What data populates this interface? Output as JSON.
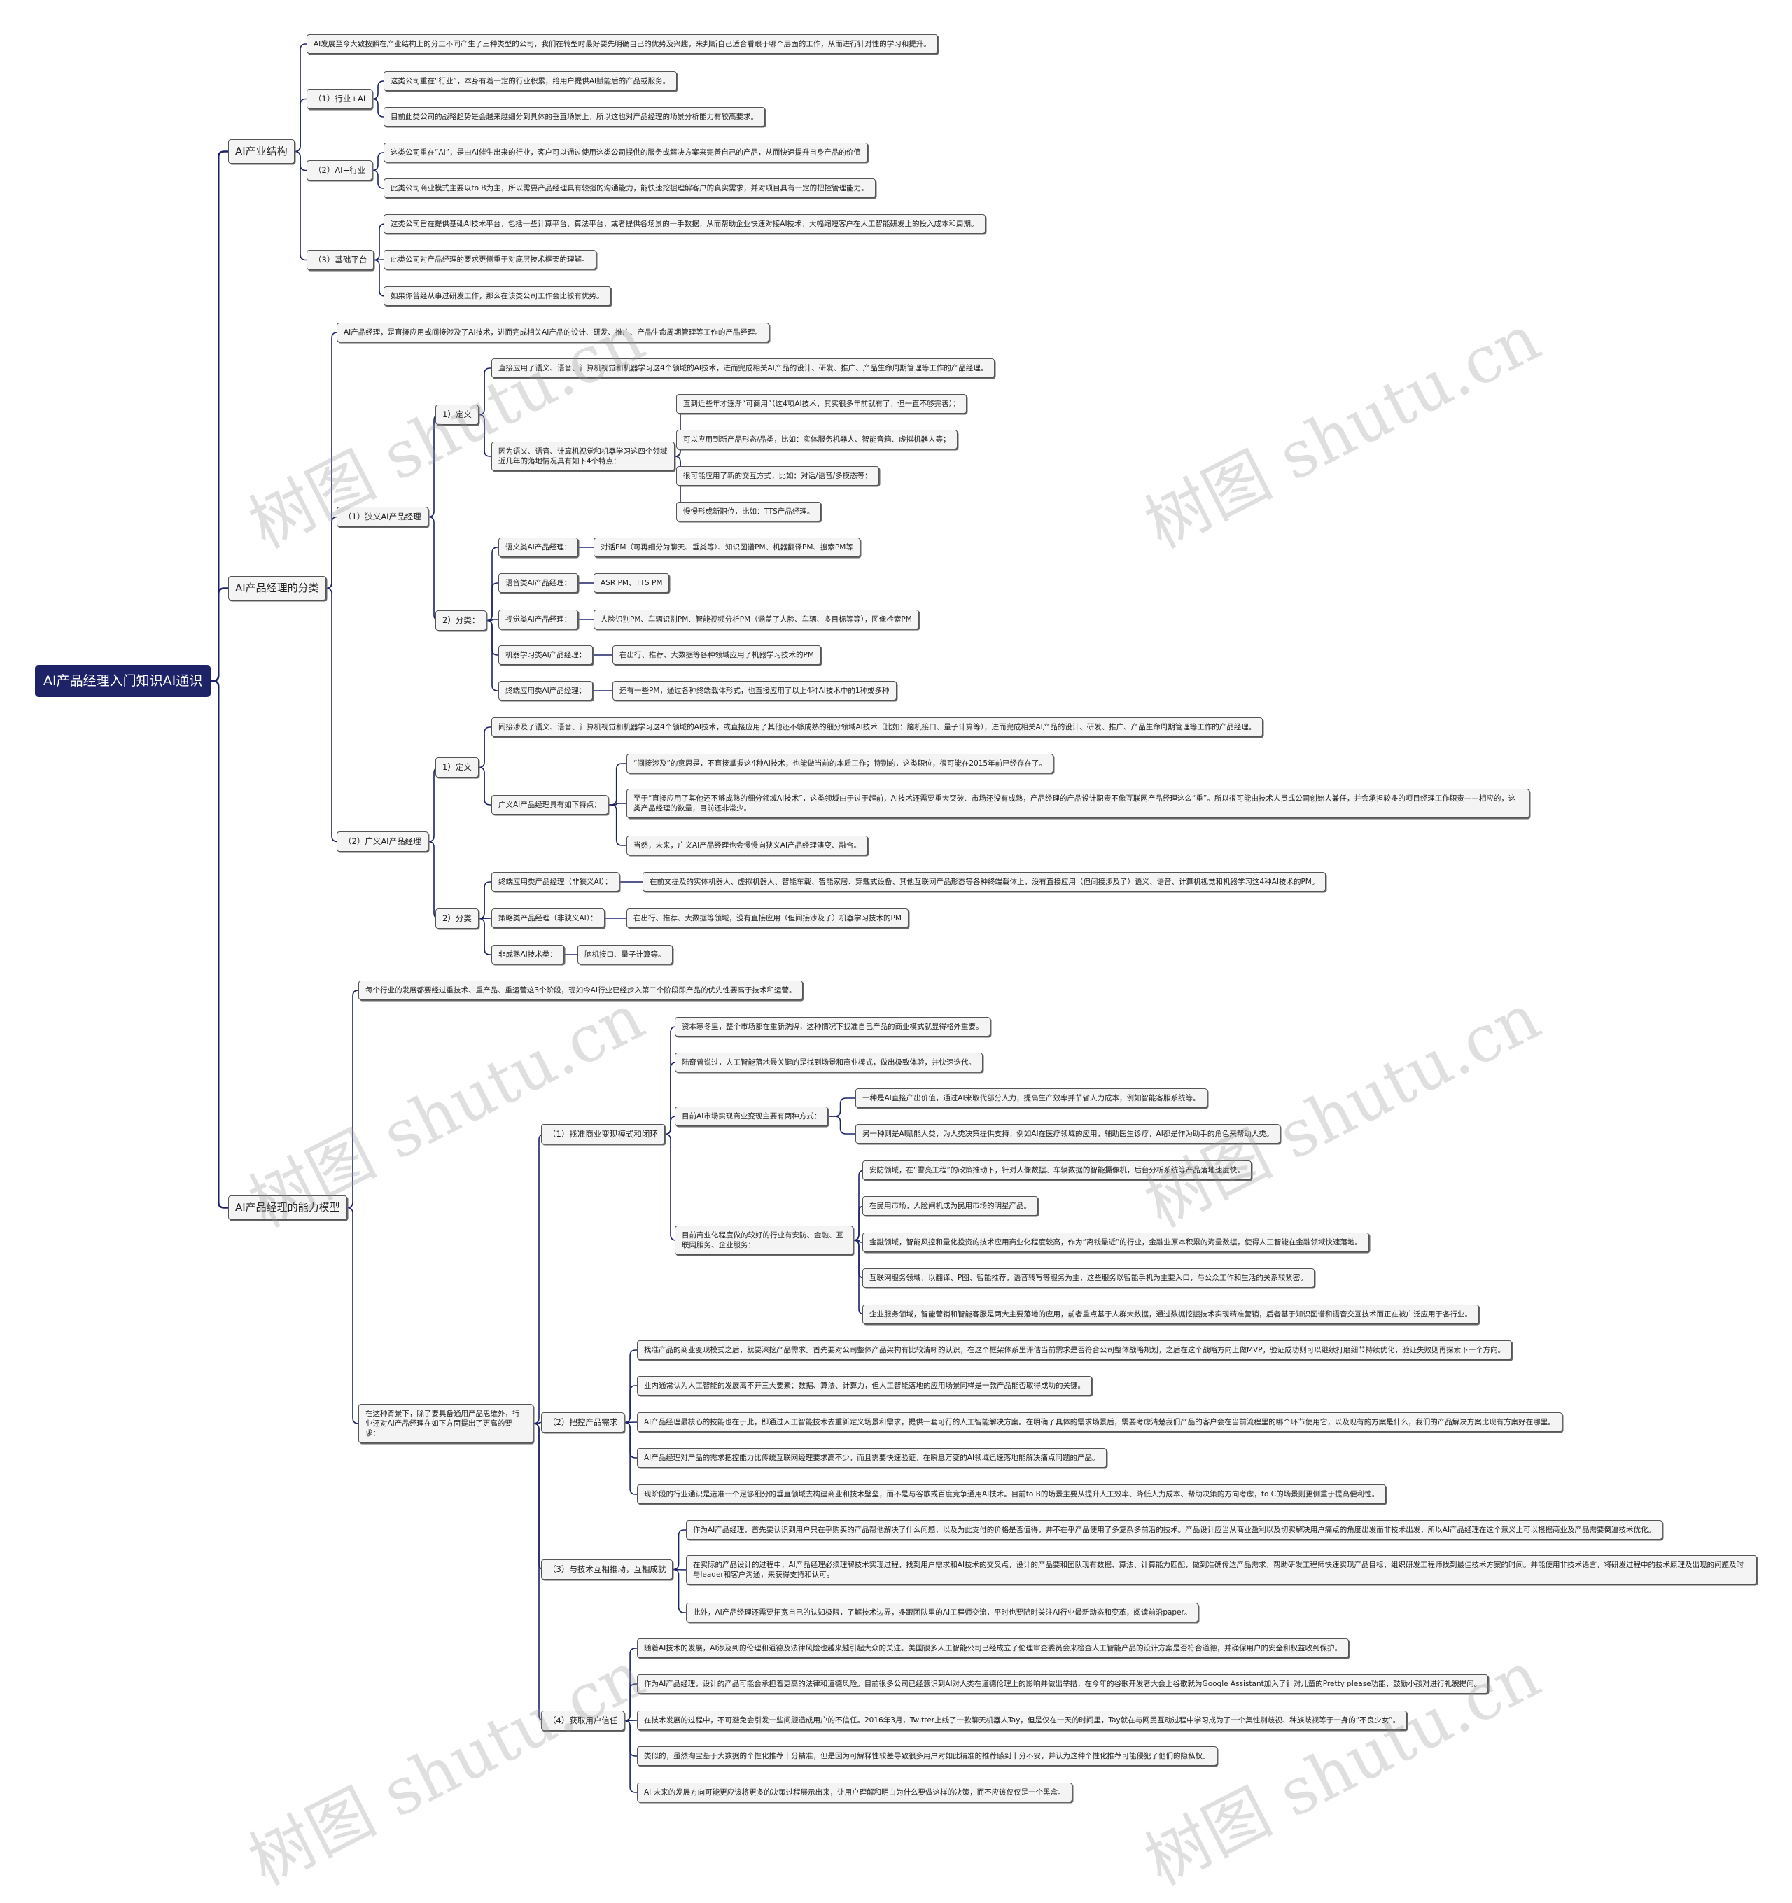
{
  "root": "AI产品经理入门知识AI通识",
  "watermark": "树图 shutu.cn",
  "colors": {
    "root_bg": "#1e2368",
    "line": "#1e2368",
    "node_bg": "#f4f4f4",
    "node_border": "#555555"
  },
  "nodes": {
    "b1": "AI产业结构",
    "b1a": "AI发展至今大致按照在产业结构上的分工不同产生了三种类型的公司，我们在转型时最好要先明确自己的优势及兴趣，来判断自己适合看眼于哪个层面的工作，从而进行针对性的学习和提升。",
    "b1b": "（1）行业+AI",
    "b1b1": "这类公司重在“行业”，本身有着一定的行业积累，给用户提供AI赋能后的产品或服务。",
    "b1b2": "目前此类公司的战略趋势是会越来越细分到具体的垂直场景上，所以这也对产品经理的场景分析能力有较高要求。",
    "b1c": "（2）AI+行业",
    "b1c1": "这类公司重在“AI”，是由AI催生出来的行业，客户可以通过使用这类公司提供的服务或解决方案来完善自己的产品，从而快速提升自身产品的价值",
    "b1c2": "此类公司商业模式主要以to B为主，所以需要产品经理具有较强的沟通能力，能快速挖掘理解客户的真实需求，并对项目具有一定的把控管理能力。",
    "b1d": "（3）基础平台",
    "b1d1": "这类公司旨在提供基础AI技术平台，包括一些计算平台、算法平台，或者提供各场景的一手数据，从而帮助企业快速对接AI技术，大幅缩短客户在人工智能研发上的投入成本和周期。",
    "b1d2": "此类公司对产品经理的要求更侧重于对底层技术框架的理解。",
    "b1d3": "如果你曾经从事过研发工作，那么在该类公司工作会比较有优势。",
    "b2": "AI产品经理的分类",
    "b2a": "AI产品经理，是直接应用或间接涉及了AI技术，进而完成相关AI产品的设计、研发、推广、产品生命周期管理等工作的产品经理。",
    "b2b": "（1）狭义AI产品经理",
    "b2b1": "1）定义",
    "b2b1a": "直接应用了语义、语音、计算机视觉和机器学习这4个领域的AI技术，进而完成相关AI产品的设计、研发、推广、产品生命周期管理等工作的产品经理。",
    "b2b1b": "因为语义、语音、计算机视觉和机器学习这四个领域近几年的落地情况具有如下4个特点：",
    "b2b1b1": "直到近些年才逐渐“可商用”（这4项AI技术，其实很多年前就有了，但一直不够完善）；",
    "b2b1b2": "可以应用到新产品形态/品类，比如：实体服务机器人、智能音箱、虚拟机器人等；",
    "b2b1b3": "很可能应用了新的交互方式，比如：对话/语音/多模态等；",
    "b2b1b4": "慢慢形成新职位，比如：TTS产品经理。",
    "b2b2": "2）分类：",
    "b2b2a": "语义类AI产品经理：",
    "b2b2a1": "对话PM（可再细分为聊天、垂类等）、知识图谱PM、机器翻译PM、搜索PM等",
    "b2b2b": "语音类AI产品经理：",
    "b2b2b1": "ASR PM、TTS PM",
    "b2b2c": "视觉类AI产品经理：",
    "b2b2c1": "人脸识别PM、车辆识别PM、智能视频分析PM（涵盖了人脸、车辆、多目标等等），图像检索PM",
    "b2b2d": "机器学习类AI产品经理：",
    "b2b2d1": "在出行、推荐、大数据等各种领域应用了机器学习技术的PM",
    "b2b2e": "终端应用类AI产品经理：",
    "b2b2e1": "还有一些PM，通过各种终端载体形式，也直接应用了以上4种AI技术中的1种或多种",
    "b2c": "（2）广义AI产品经理",
    "b2c1": "1）定义",
    "b2c1a": "间接涉及了语义、语音、计算机视觉和机器学习这4个领域的AI技术，或直接应用了其他还不够成熟的细分领域AI技术（比如：脑机接口、量子计算等），进而完成相关AI产品的设计、研发、推广、产品生命周期管理等工作的产品经理。",
    "b2c1b": "广义AI产品经理具有如下特点：",
    "b2c1b1": "“间接涉及”的意思是，不直接掌握这4种AI技术，也能做当前的本质工作；特别的，这类职位，很可能在2015年前已经存在了。",
    "b2c1b2": "至于“直接应用了其他还不够成熟的细分领域AI技术”，这类领域由于过于超前，AI技术还需要重大突破、市场还没有成熟，产品经理的产品设计职责不像互联网产品经理这么“重”。所以很可能由技术人员或公司创始人兼任，并会承担较多的项目经理工作职责——相应的，这类产品经理的数量，目前还非常少。",
    "b2c1b3": "当然，未来，广义AI产品经理也会慢慢向狭义AI产品经理演变、融合。",
    "b2c2": "2）分类",
    "b2c2a": "终端应用类产品经理（非狭义AI）：",
    "b2c2a1": "在前文提及的实体机器人、虚拟机器人、智能车载、智能家居、穿戴式设备、其他互联网产品形态等各种终端载体上，没有直接应用（但间接涉及了）语义、语音、计算机视觉和机器学习这4种AI技术的PM。",
    "b2c2b": "策略类产品经理（非狭义AI）：",
    "b2c2b1": "在出行、推荐、大数据等领域，没有直接应用（但间接涉及了）机器学习技术的PM",
    "b2c2c": "非成熟AI技术类：",
    "b2c2c1": "脑机接口、量子计算等。",
    "b3": "AI产品经理的能力模型",
    "b3a": "每个行业的发展都要经过重技术、重产品、重运营这3个阶段，现如今AI行业已经步入第二个阶段即产品的优先性要高于技术和运营。",
    "b3b": "在这种背景下，除了要具备通用产品思维外，行业还对AI产品经理在如下方面提出了更高的要求：",
    "b3b1": "（1）找准商业变现模式和闭环",
    "b3b1a": "资本寒冬里，整个市场都在重新洗牌，这种情况下找准自己产品的商业模式就显得格外重要。",
    "b3b1b": "陆奇曾说过，人工智能落地最关键的是找到场景和商业模式，做出极致体验，并快速迭代。",
    "b3b1c": "目前AI市场实现商业变现主要有两种方式：",
    "b3b1c1": "一种是AI直接产出价值，通过AI来取代部分人力，提高生产效率并节省人力成本，例如智能客服系统等。",
    "b3b1c2": "另一种则是AI赋能人类，为人类决策提供支持，例如AI在医疗领域的应用，辅助医生诊疗，AI都是作为助手的角色来帮助人类。",
    "b3b1d": "目前商业化程度做的较好的行业有安防、金融、互联网服务、企业服务：",
    "b3b1d1": "安防领域，在“雪亮工程”的政策推动下，针对人像数据、车辆数据的智能摄像机，后台分析系统等产品落地速度快。",
    "b3b1d2": "在民用市场，人脸闸机成为民用市场的明星产品。",
    "b3b1d3": "金融领域，智能风控和量化投资的技术应用商业化程度较高，作为“离钱最近”的行业，金融业原本积累的海量数据，使得人工智能在金融领域快速落地。",
    "b3b1d4": "互联网服务领域，以翻译、P图、智能推荐，语音转写等服务为主，这些服务以智能手机为主要入口，与公众工作和生活的关系较紧密。",
    "b3b1d5": "企业服务领域，智能营销和智能客服是两大主要落地的应用，前者重点基于人群大数据，通过数据挖掘技术实现精准营销，后者基于知识图谱和语音交互技术而正在被广泛应用于各行业。",
    "b3b2": "（2）把控产品需求",
    "b3b2a": "找准产品的商业变现模式之后，就要深挖产品需求。首先要对公司整体产品架构有比较清晰的认识，在这个框架体系里评估当前需求是否符合公司整体战略规划，之后在这个战略方向上做MVP，验证成功则可以继续打磨细节持续优化，验证失败则再探索下一个方向。",
    "b3b2b": "业内通常认为人工智能的发展离不开三大要素：数据、算法、计算力，但人工智能落地的应用场景同样是一款产品能否取得成功的关键。",
    "b3b2c": "AI产品经理最核心的技能也在于此，即通过人工智能技术去重新定义场景和需求，提供一套可行的人工智能解决方案。在明确了具体的需求场景后，需要考虑清楚我们产品的客户会在当前流程里的哪个环节使用它，以及现有的方案是什么，我们的产品解决方案比现有方案好在哪里。",
    "b3b2d": "AI产品经理对产品的需求把控能力比传统互联网经理要求高不少，而且需要快速验证，在瞬息万变的AI领域迅速落地能解决痛点问题的产品。",
    "b3b2e": "现阶段的行业通识是选准一个足够细分的垂直领域去构建商业和技术壁垒，而不是与谷歌或百度竞争通用AI技术。目前to B的场景主要从提升人工效率、降低人力成本、帮助决策的方向考虑，to C的场景则更侧重于提高便利性。",
    "b3b3": "（3）与技术互相推动，互相成就",
    "b3b3a": "作为AI产品经理，首先要认识到用户只在乎购买的产品帮他解决了什么问题，以及为此支付的价格是否值得，并不在乎产品使用了多复杂多前沿的技术。产品设计应当从商业盈利以及切实解决用户痛点的角度出发而非技术出发，所以AI产品经理在这个意义上可以根据商业及产品需要倒逼技术优化。",
    "b3b3b": "在实际的产品设计的过程中，AI产品经理必须理解技术实现过程，找到用户需求和AI技术的交叉点，设计的产品要和团队现有数据、算法、计算能力匹配，做到准确传达产品需求，帮助研发工程师快速实现产品目标，组织研发工程师找到最佳技术方案的时间。并能使用非技术语言，将研发过程中的技术原理及出现的问题及时与leader和客户沟通，来获得支持和认可。",
    "b3b3c": "此外，AI产品经理还需要拓宽自己的认知极限，了解技术边界，多跟团队里的AI工程师交流，平时也要随时关注AI行业最新动态和变革，阅读前沿paper。",
    "b3b4": "（4）获取用户信任",
    "b3b4a": "随着AI技术的发展，AI涉及到的伦理和道德及法律风险也越来越引起大众的关注。美国很多人工智能公司已经成立了伦理审查委员会来检查人工智能产品的设计方案是否符合道德，并确保用户的安全和权益收到保护。",
    "b3b4b": "作为AI产品经理，设计的产品可能会承担着更高的法律和道德风险。目前很多公司已经意识到AI对人类在道德伦理上的影响并做出举措，在今年的谷歌开发者大会上谷歌就为Google Assistant加入了针对儿童的Pretty please功能，鼓励小孩对进行礼貌提问。",
    "b3b4c": "在技术发展的过程中，不可避免会引发一些问题造成用户的不信任。2016年3月，Twitter上线了一款聊天机器人Tay，但是仅在一天的时间里，Tay就在与网民互动过程中学习成为了一个集性别歧视、种族歧视等于一身的“不良少女”。",
    "b3b4d": "类似的，虽然淘宝基于大数据的个性化推荐十分精准，但是因为可解释性较差导致很多用户对如此精准的推荐感到十分不安，并认为这种个性化推荐可能侵犯了他们的隐私权。",
    "b3b4e": "AI 未来的发展方向可能更应该将更多的决策过程展示出来，让用户理解和明白为什么要做这样的决策，而不应该仅仅是一个黑盒。"
  }
}
